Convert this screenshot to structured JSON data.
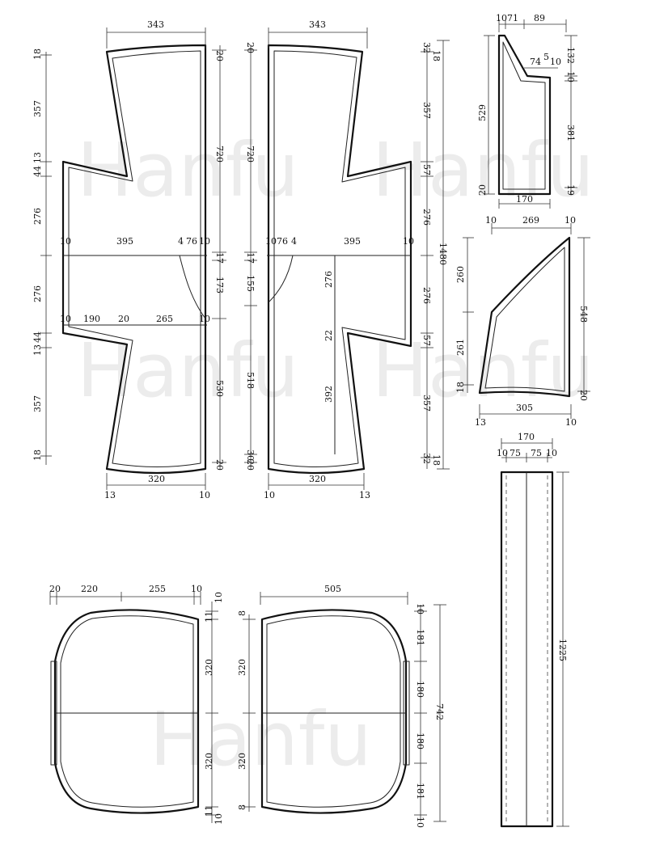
{
  "watermark": "Hanfu",
  "pieces": {
    "left_body": {
      "top_width": "343",
      "bottom_width": "320",
      "bottom_left_offset": "13",
      "bottom_right_offset": "10",
      "left_column": [
        "18",
        "357",
        "13",
        "44",
        "276",
        "276",
        "44",
        "13",
        "357",
        "18"
      ],
      "right_column": [
        "20",
        "720",
        "17",
        "173",
        "530",
        "20"
      ],
      "mid_row": [
        "10",
        "395",
        "4",
        "76",
        "10"
      ],
      "lower_row": [
        "10",
        "190",
        "20",
        "265",
        "10"
      ]
    },
    "right_body": {
      "top_width": "343",
      "bottom_width": "320",
      "bottom_left_offset": "10",
      "bottom_right_offset": "13",
      "left_column": [
        "20",
        "720",
        "17",
        "155",
        "518",
        "30",
        "20"
      ],
      "right_column": [
        "32",
        "18",
        "357",
        "57",
        "276",
        "276",
        "57",
        "357",
        "32",
        "18"
      ],
      "total_height": "1480",
      "mid_row": [
        "10",
        "76",
        "4",
        "395",
        "10"
      ],
      "inner_column": [
        "276",
        "22",
        "392"
      ]
    },
    "collar_panel": {
      "top_row": [
        "10",
        "71",
        "89"
      ],
      "inner_row": [
        "74",
        "5",
        "10"
      ],
      "left_height": "529",
      "right_column": [
        "132",
        "10",
        "381",
        "19"
      ],
      "bottom_left": "20",
      "bottom_width": "170"
    },
    "gusset_panel": {
      "top_row": [
        "10",
        "269",
        "10"
      ],
      "left_column": [
        "260",
        "261",
        "18"
      ],
      "right_height": "548",
      "right_bottom": "20",
      "bottom_width": "305",
      "bottom_left_offset": "13",
      "bottom_right_offset": "10"
    },
    "left_sleeve": {
      "top_row": [
        "20",
        "220",
        "255",
        "10"
      ],
      "right_column": [
        "10",
        "11",
        "320",
        "320",
        "11",
        "10"
      ]
    },
    "right_sleeve": {
      "top_width": "505",
      "left_column": [
        "8",
        "320",
        "320",
        "8"
      ],
      "right_column": [
        "10",
        "181",
        "180",
        "180",
        "181",
        "10"
      ],
      "total_height": "742"
    },
    "band": {
      "top_width": "170",
      "top_row": [
        "10",
        "75",
        "75",
        "10"
      ],
      "height": "1225"
    }
  }
}
